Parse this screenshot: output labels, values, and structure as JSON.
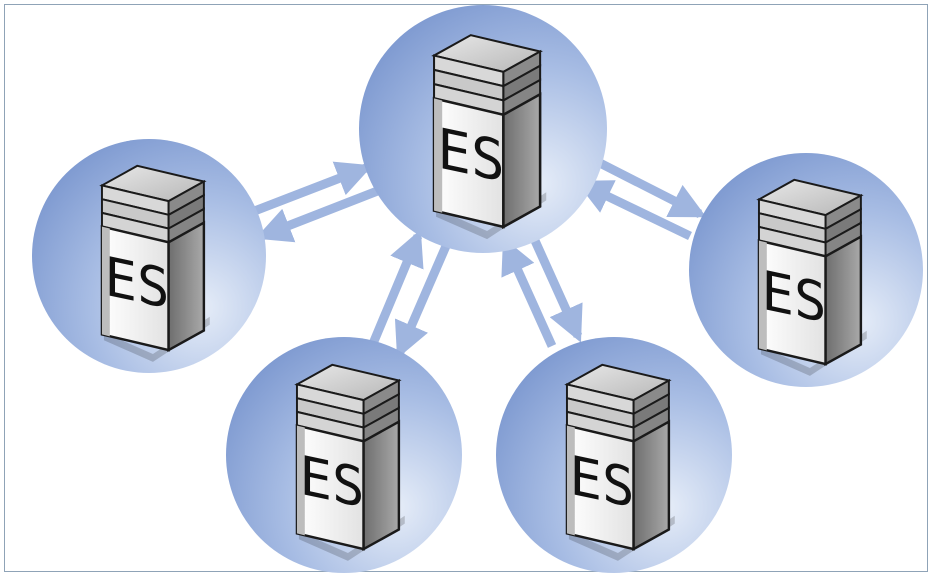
{
  "diagram": {
    "nodes": [
      {
        "id": "center",
        "label": "ES"
      },
      {
        "id": "left",
        "label": "ES"
      },
      {
        "id": "right",
        "label": "ES"
      },
      {
        "id": "bottom-left",
        "label": "ES"
      },
      {
        "id": "bottom-right",
        "label": "ES"
      }
    ],
    "edges": [
      {
        "from": "left",
        "to": "center",
        "bidirectional": true
      },
      {
        "from": "right",
        "to": "center",
        "bidirectional": true
      },
      {
        "from": "bottom-left",
        "to": "center",
        "bidirectional": true
      },
      {
        "from": "bottom-right",
        "to": "center",
        "bidirectional": true
      }
    ],
    "colors": {
      "circle_light": "#e6edf8",
      "circle_dark": "#7b97cf",
      "arrow": "#9fb5df",
      "server_outline": "#1a1a1a",
      "server_top": "#cfcfcf",
      "server_side": "#8e8e8e",
      "server_front": "#f2f2f2"
    }
  }
}
